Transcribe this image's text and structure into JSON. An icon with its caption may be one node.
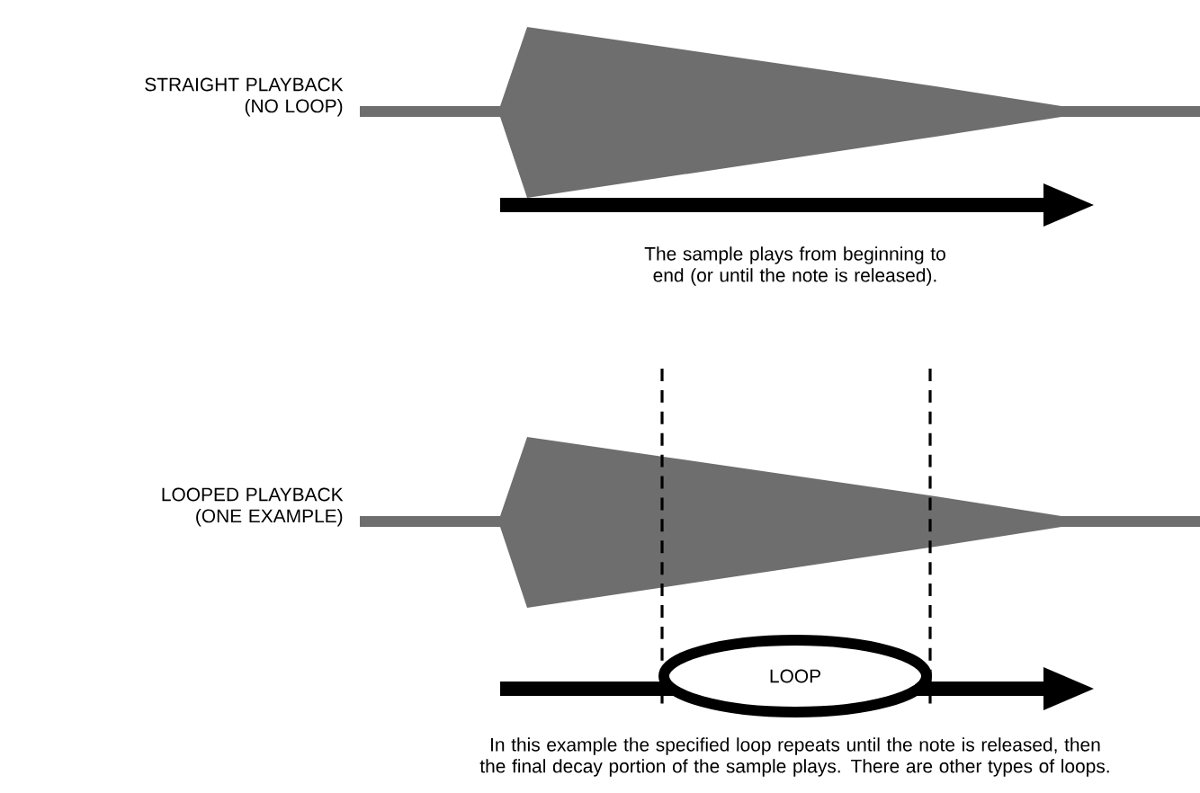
{
  "diagram": {
    "nodes": [
      {
        "text": [
          "LOOP"
        ]
      }
    ],
    "labels": [
      "STRAIGHT PLAYBACK (NO LOOP)",
      "The sample plays from beginning to end (or until the note is released).",
      "LOOPED PLAYBACK (ONE EXAMPLE)",
      "In this example the specified loop repeats until the note is released, then the final decay portion of the sample plays. There are other types of loops."
    ]
  }
}
